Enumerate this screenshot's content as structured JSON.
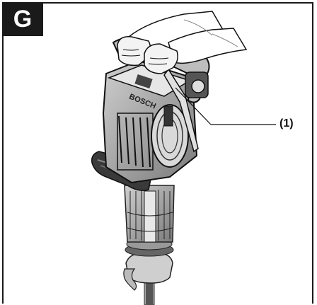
{
  "figure": {
    "letter": "G",
    "callout": "(1)",
    "logo_text": "BOSCH"
  }
}
